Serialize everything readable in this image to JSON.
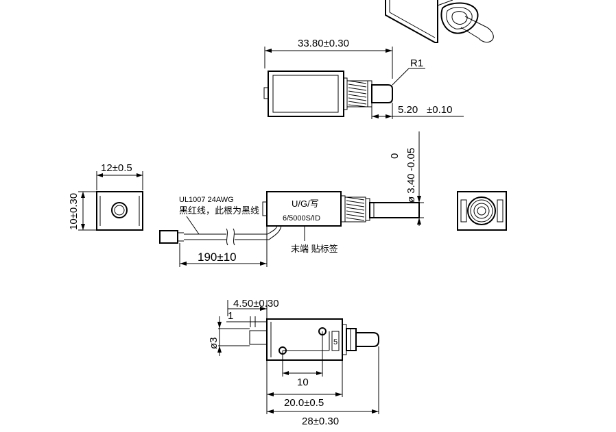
{
  "top_view": {
    "length_dim": "33.80±0.30",
    "radius_label": "R1",
    "stroke_dim": "5.20",
    "stroke_tol": "±0.10"
  },
  "side_view": {
    "width_dim": "12±0.5",
    "height_dim": "10±0.30"
  },
  "front_view": {
    "wire_spec": "UL1007 24AWG",
    "wire_note": "黑红线，此根为黑线",
    "label_line1": "U/G/写",
    "label_line2": "6/5000S/ID",
    "lead_dim": "190±10",
    "label_callout": "末端 贴标签",
    "plunger_dia_tol_upper": "0",
    "plunger_dia_tol_lower": "-0.05",
    "plunger_dia": "ø 3.40"
  },
  "bottom_view": {
    "mount_offset_dim": "4.50±0.30",
    "one_dim": "1",
    "dia3_dim": "ø3",
    "hole_pitch_dim": "10",
    "body_dim": "20.0±0.5",
    "overall_dim": "28±0.30",
    "small_dim": "5"
  }
}
